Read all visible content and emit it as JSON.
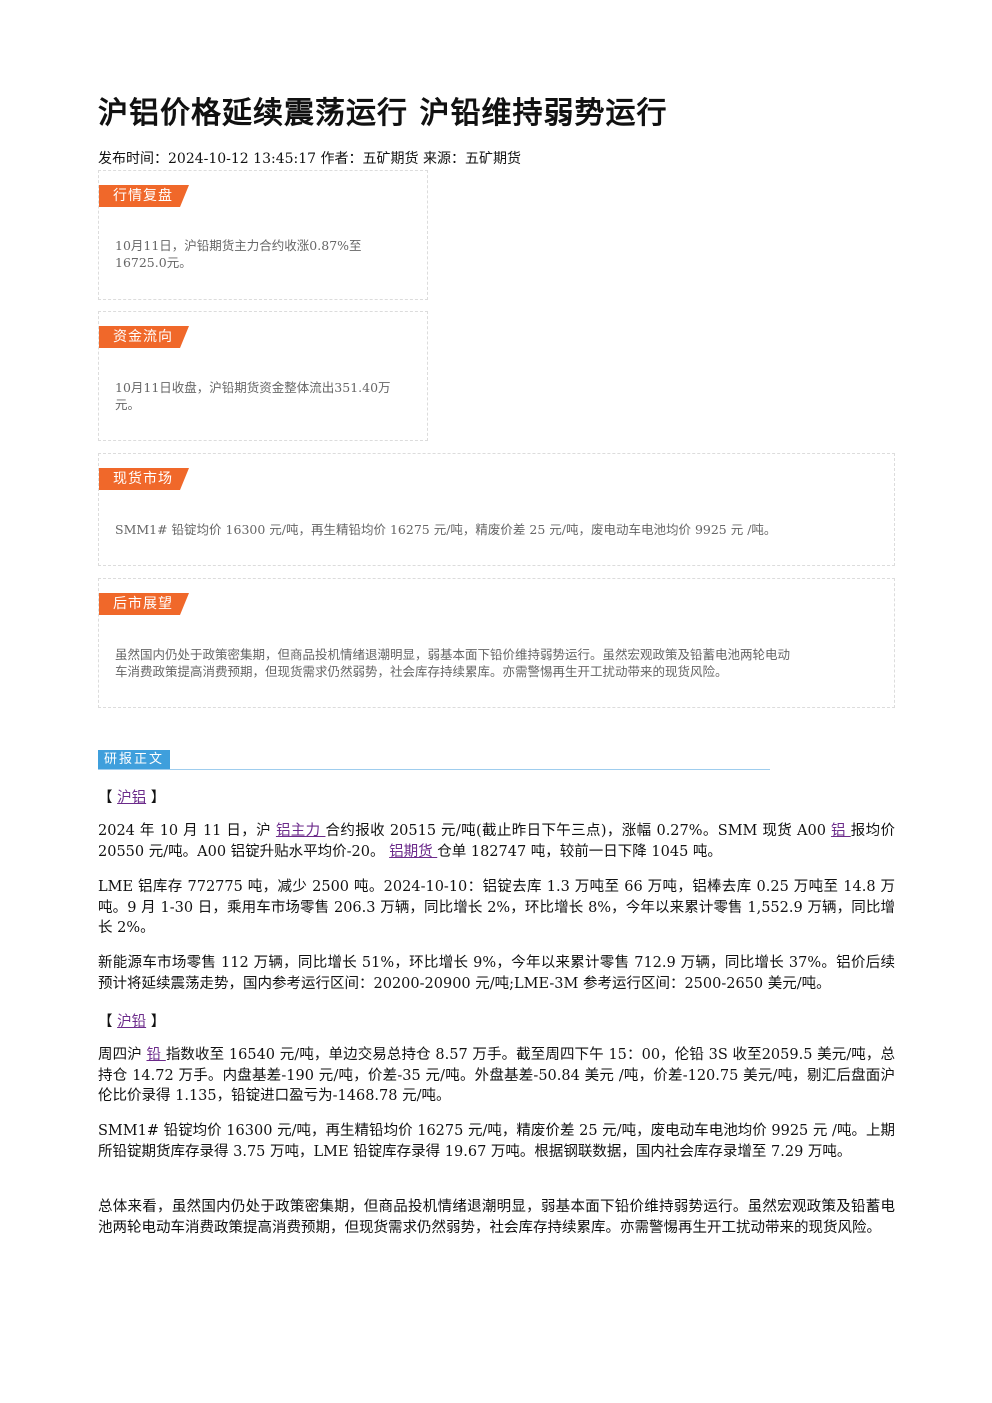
{
  "header": {
    "title": "沪铝价格延续震荡运行 沪铅维持弱势运行",
    "meta": "发布时间：2024-10-12 13:45:17 作者：五矿期货 来源：五矿期货"
  },
  "sections": [
    {
      "tag": "行情复盘",
      "lines": [
        "10月11日，沪铅期货主力合约收涨0.87%至",
        "16725.0元。"
      ]
    },
    {
      "tag": "资金流向",
      "lines": [
        "10月11日收盘，沪铅期货资金整体流出351.40万",
        "元。"
      ]
    },
    {
      "tag": "现货市场",
      "lines": [
        "SMM1# 铅锭均价 16300 元/吨，再生精铅均价 16275 元/吨，精废价差 25 元/吨，废电动车电池均价 9925 元 /吨。"
      ]
    },
    {
      "tag": "后市展望",
      "lines": [
        "虽然国内仍处于政策密集期，但商品投机情绪退潮明显，弱基本面下铅价维持弱势运行。虽然宏观政策及铅蓄电池两轮电动",
        "车消费政策提高消费预期，但现货需求仍然弱势，社会库存持续累库。亦需警惕再生开工扰动带来的现货风险。"
      ]
    }
  ],
  "report": {
    "label": "研报正文",
    "al_heading": {
      "open": "【",
      "link": "沪铝",
      "close": "】"
    },
    "al_p1": {
      "a": "2024 年 10 月 11 日，沪 ",
      "link1": "铝主力 ",
      "b": "合约报收 20515 元/吨(截止昨日下午三点)，涨幅 0.27%。SMM 现货 A00 ",
      "link2": "铝 ",
      "c": "报均价 20550 元/吨。A00 铝锭升贴水平均价-20。 ",
      "link3": "铝期货 ",
      "d": "仓单 182747 吨，较前一日下降 1045 吨。"
    },
    "al_p2": "LME 铝库存 772775 吨，减少 2500 吨。2024-10-10：铝锭去库 1.3 万吨至 66 万吨，铝棒去库 0.25 万吨至 14.8 万吨。9 月 1-30 日，乘用车市场零售 206.3 万辆，同比增长 2%，环比增长 8%，今年以来累计零售 1,552.9 万辆，同比增长 2%。",
    "al_p3": "新能源车市场零售 112 万辆，同比增长 51%，环比增长 9%，今年以来累计零售 712.9 万辆，同比增长 37%。铝价后续预计将延续震荡走势，国内参考运行区间：20200-20900 元/吨;LME-3M 参考运行区间：2500-2650 美元/吨。",
    "pb_heading": {
      "open": "【",
      "link": "沪铅",
      "close": "】"
    },
    "pb_p1": {
      "a": "周四沪 ",
      "link1": "铅 ",
      "b": "指数收至 16540 元/吨，单边交易总持仓 8.57 万手。截至周四下午 15：00，伦铅 3S 收至2059.5 美元/吨，总持仓 14.72 万手。内盘基差-190 元/吨，价差-35 元/吨。外盘基差-50.84 美元 /吨，价差-120.75 美元/吨，剔汇后盘面沪伦比价录得 1.135，铅锭进口盈亏为-1468.78 元/吨。"
    },
    "pb_p2": "SMM1# 铅锭均价 16300 元/吨，再生精铅均价 16275 元/吨，精废价差 25 元/吨，废电动车电池均价 9925 元 /吨。上期所铅锭期货库存录得 3.75 万吨，LME 铅锭库存录得 19.67 万吨。根据钢联数据，国内社会库存录增至 7.29 万吨。",
    "pb_p3": "总体来看，虽然国内仍处于政策密集期，但商品投机情绪退潮明显，弱基本面下铅价维持弱势运行。虽然宏观政策及铅蓄电池两轮电动车消费政策提高消费预期，但现货需求仍然弱势，社会库存持续累库。亦需警惕再生开工扰动带来的现货风险。"
  }
}
